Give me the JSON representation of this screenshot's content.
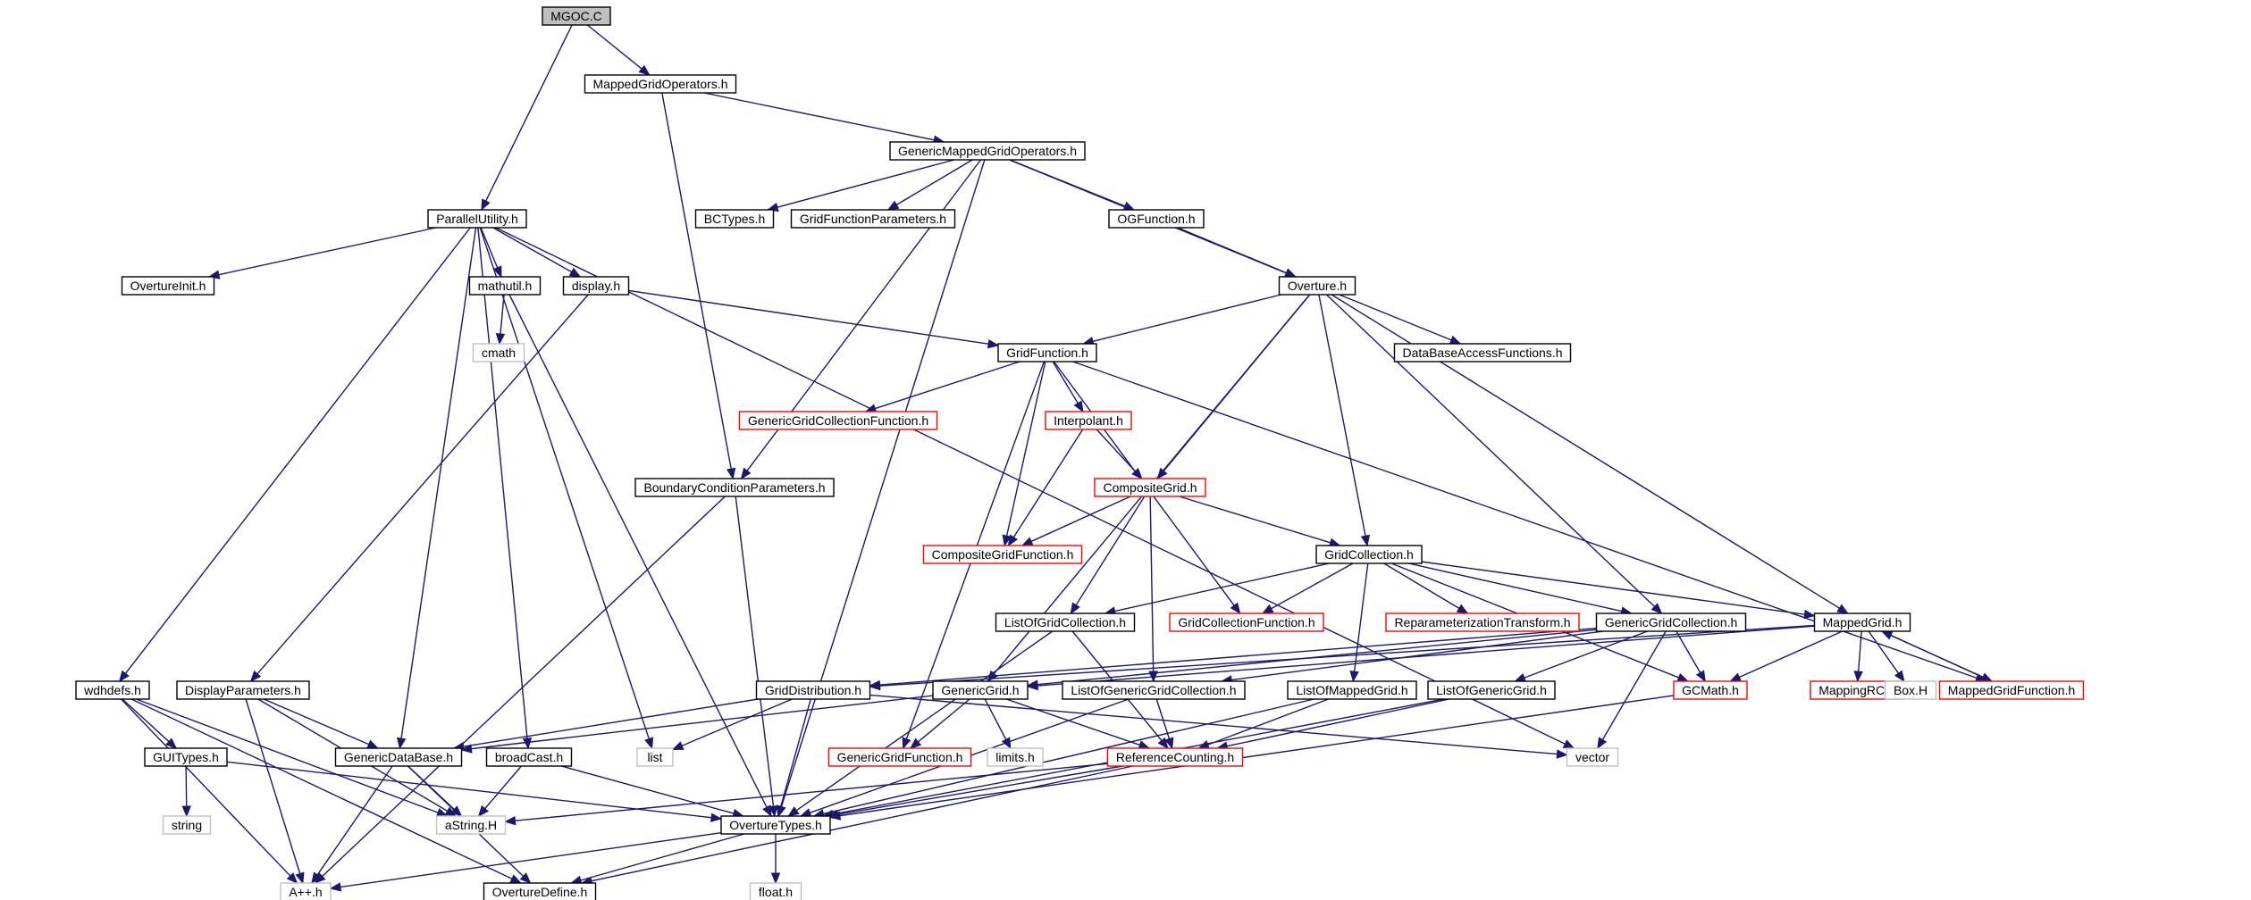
{
  "diagram": {
    "title": "",
    "colors": {
      "edge": "#191970",
      "text": "#000000",
      "normal_border": "#000000",
      "documented_border": "#000000",
      "reference_border": "#ff0000",
      "external_border": "#bfbfbf",
      "root_fill": "#bfbfbf",
      "fill": "#ffffff"
    },
    "nodes": [
      {
        "id": "mgoc",
        "label": "MGOC.C",
        "kind": "root"
      },
      {
        "id": "mgops",
        "label": "MappedGridOperators.h",
        "kind": "normal"
      },
      {
        "id": "gmgops",
        "label": "GenericMappedGridOperators.h",
        "kind": "normal"
      },
      {
        "id": "parutil",
        "label": "ParallelUtility.h",
        "kind": "normal"
      },
      {
        "id": "bctypes",
        "label": "BCTypes.h",
        "kind": "normal"
      },
      {
        "id": "gfparams",
        "label": "GridFunctionParameters.h",
        "kind": "normal"
      },
      {
        "id": "ogfunc",
        "label": "OGFunction.h",
        "kind": "normal"
      },
      {
        "id": "ovinit",
        "label": "OvertureInit.h",
        "kind": "normal"
      },
      {
        "id": "mathutil",
        "label": "mathutil.h",
        "kind": "normal"
      },
      {
        "id": "display",
        "label": "display.h",
        "kind": "normal"
      },
      {
        "id": "overture",
        "label": "Overture.h",
        "kind": "normal"
      },
      {
        "id": "cmath",
        "label": "cmath",
        "kind": "external"
      },
      {
        "id": "gridfunc",
        "label": "GridFunction.h",
        "kind": "normal"
      },
      {
        "id": "dbaccess",
        "label": "DataBaseAccessFunctions.h",
        "kind": "normal"
      },
      {
        "id": "ggcfunc",
        "label": "GenericGridCollectionFunction.h",
        "kind": "reference"
      },
      {
        "id": "interp",
        "label": "Interpolant.h",
        "kind": "reference"
      },
      {
        "id": "compgrid",
        "label": "CompositeGrid.h",
        "kind": "reference"
      },
      {
        "id": "bcparams",
        "label": "BoundaryConditionParameters.h",
        "kind": "normal"
      },
      {
        "id": "cgfunc",
        "label": "CompositeGridFunction.h",
        "kind": "reference"
      },
      {
        "id": "gridcoll",
        "label": "GridCollection.h",
        "kind": "normal"
      },
      {
        "id": "logc",
        "label": "ListOfGridCollection.h",
        "kind": "normal"
      },
      {
        "id": "gcfunc",
        "label": "GridCollectionFunction.h",
        "kind": "reference"
      },
      {
        "id": "reparam",
        "label": "ReparameterizationTransform.h",
        "kind": "reference"
      },
      {
        "id": "ggc",
        "label": "GenericGridCollection.h",
        "kind": "normal"
      },
      {
        "id": "mgrid",
        "label": "MappedGrid.h",
        "kind": "normal"
      },
      {
        "id": "wdhdefs",
        "label": "wdhdefs.h",
        "kind": "normal"
      },
      {
        "id": "dispparams",
        "label": "DisplayParameters.h",
        "kind": "normal"
      },
      {
        "id": "griddist",
        "label": "GridDistribution.h",
        "kind": "normal"
      },
      {
        "id": "gengrid",
        "label": "GenericGrid.h",
        "kind": "normal"
      },
      {
        "id": "loggc",
        "label": "ListOfGenericGridCollection.h",
        "kind": "normal"
      },
      {
        "id": "lomg",
        "label": "ListOfMappedGrid.h",
        "kind": "normal"
      },
      {
        "id": "logg",
        "label": "ListOfGenericGrid.h",
        "kind": "normal"
      },
      {
        "id": "gcmath",
        "label": "GCMath.h",
        "kind": "reference"
      },
      {
        "id": "mappingrc",
        "label": "MappingRC.h",
        "kind": "reference"
      },
      {
        "id": "boxh",
        "label": "Box.H",
        "kind": "external"
      },
      {
        "id": "mgfunc",
        "label": "MappedGridFunction.h",
        "kind": "reference"
      },
      {
        "id": "guitypes",
        "label": "GUITypes.h",
        "kind": "normal"
      },
      {
        "id": "gdb",
        "label": "GenericDataBase.h",
        "kind": "normal"
      },
      {
        "id": "broadcast",
        "label": "broadCast.h",
        "kind": "normal"
      },
      {
        "id": "list",
        "label": "list",
        "kind": "external"
      },
      {
        "id": "ggfunc",
        "label": "GenericGridFunction.h",
        "kind": "reference"
      },
      {
        "id": "limits",
        "label": "limits.h",
        "kind": "external"
      },
      {
        "id": "refcount",
        "label": "ReferenceCounting.h",
        "kind": "reference"
      },
      {
        "id": "vector",
        "label": "vector",
        "kind": "external"
      },
      {
        "id": "string",
        "label": "string",
        "kind": "external"
      },
      {
        "id": "astring",
        "label": "aString.H",
        "kind": "external"
      },
      {
        "id": "ovtypes",
        "label": "OvertureTypes.h",
        "kind": "normal"
      },
      {
        "id": "app",
        "label": "A++.h",
        "kind": "external"
      },
      {
        "id": "ovdefine",
        "label": "OvertureDefine.h",
        "kind": "normal"
      },
      {
        "id": "floath",
        "label": "float.h",
        "kind": "external"
      }
    ],
    "edges": [
      [
        "mgoc",
        "mgops"
      ],
      [
        "mgoc",
        "parutil"
      ],
      [
        "mgops",
        "gmgops"
      ],
      [
        "mgops",
        "bcparams"
      ],
      [
        "gmgops",
        "bctypes"
      ],
      [
        "gmgops",
        "gfparams"
      ],
      [
        "gmgops",
        "ogfunc"
      ],
      [
        "gmgops",
        "overture"
      ],
      [
        "gmgops",
        "bcparams"
      ],
      [
        "gmgops",
        "ovtypes"
      ],
      [
        "parutil",
        "ovinit"
      ],
      [
        "parutil",
        "mathutil"
      ],
      [
        "parutil",
        "display"
      ],
      [
        "parutil",
        "wdhdefs"
      ],
      [
        "parutil",
        "gdb"
      ],
      [
        "parutil",
        "broadcast"
      ],
      [
        "parutil",
        "list"
      ],
      [
        "parutil",
        "vector"
      ],
      [
        "ogfunc",
        "overture"
      ],
      [
        "mathutil",
        "cmath"
      ],
      [
        "mathutil",
        "ovtypes"
      ],
      [
        "display",
        "gridfunc"
      ],
      [
        "display",
        "dispparams"
      ],
      [
        "overture",
        "gridfunc"
      ],
      [
        "overture",
        "dbaccess"
      ],
      [
        "overture",
        "compgrid"
      ],
      [
        "overture",
        "gridcoll"
      ],
      [
        "overture",
        "ggc"
      ],
      [
        "overture",
        "mgrid"
      ],
      [
        "overture",
        "gengrid"
      ],
      [
        "gridfunc",
        "ggcfunc"
      ],
      [
        "gridfunc",
        "interp"
      ],
      [
        "gridfunc",
        "cgfunc"
      ],
      [
        "gridfunc",
        "gcfunc"
      ],
      [
        "gridfunc",
        "mgfunc"
      ],
      [
        "gridfunc",
        "ggfunc"
      ],
      [
        "interp",
        "compgrid"
      ],
      [
        "interp",
        "cgfunc"
      ],
      [
        "compgrid",
        "cgfunc"
      ],
      [
        "compgrid",
        "gridcoll"
      ],
      [
        "compgrid",
        "logc"
      ],
      [
        "compgrid",
        "loggc"
      ],
      [
        "bcparams",
        "ovtypes"
      ],
      [
        "bcparams",
        "app"
      ],
      [
        "gridcoll",
        "logc"
      ],
      [
        "gridcoll",
        "gcfunc"
      ],
      [
        "gridcoll",
        "reparam"
      ],
      [
        "gridcoll",
        "ggc"
      ],
      [
        "gridcoll",
        "mgrid"
      ],
      [
        "gridcoll",
        "lomg"
      ],
      [
        "gridcoll",
        "gcmath"
      ],
      [
        "logc",
        "ovtypes"
      ],
      [
        "logc",
        "refcount"
      ],
      [
        "ggc",
        "gengrid"
      ],
      [
        "ggc",
        "loggc"
      ],
      [
        "ggc",
        "logg"
      ],
      [
        "ggc",
        "gcmath"
      ],
      [
        "ggc",
        "vector"
      ],
      [
        "ggc",
        "griddist"
      ],
      [
        "mgrid",
        "gengrid"
      ],
      [
        "mgrid",
        "gcmath"
      ],
      [
        "mgrid",
        "mappingrc"
      ],
      [
        "mgrid",
        "boxh"
      ],
      [
        "mgrid",
        "mgfunc"
      ],
      [
        "mgrid",
        "griddist"
      ],
      [
        "mgfunc",
        "mgrid"
      ],
      [
        "wdhdefs",
        "guitypes"
      ],
      [
        "wdhdefs",
        "app"
      ],
      [
        "wdhdefs",
        "astring"
      ],
      [
        "wdhdefs",
        "ovdefine"
      ],
      [
        "dispparams",
        "gdb"
      ],
      [
        "dispparams",
        "astring"
      ],
      [
        "dispparams",
        "app"
      ],
      [
        "griddist",
        "gdb"
      ],
      [
        "griddist",
        "list"
      ],
      [
        "griddist",
        "ovtypes"
      ],
      [
        "griddist",
        "vector"
      ],
      [
        "gengrid",
        "gdb"
      ],
      [
        "gengrid",
        "ggfunc"
      ],
      [
        "gengrid",
        "limits"
      ],
      [
        "gengrid",
        "refcount"
      ],
      [
        "loggc",
        "refcount"
      ],
      [
        "loggc",
        "ovtypes"
      ],
      [
        "lomg",
        "refcount"
      ],
      [
        "lomg",
        "ovtypes"
      ],
      [
        "logg",
        "refcount"
      ],
      [
        "logg",
        "ovtypes"
      ],
      [
        "gcmath",
        "ovtypes"
      ],
      [
        "guitypes",
        "string"
      ],
      [
        "guitypes",
        "ovtypes"
      ],
      [
        "gdb",
        "astring"
      ],
      [
        "gdb",
        "app"
      ],
      [
        "gdb",
        "ovdefine"
      ],
      [
        "broadcast",
        "astring"
      ],
      [
        "broadcast",
        "ovtypes"
      ],
      [
        "refcount",
        "astring"
      ],
      [
        "refcount",
        "ovtypes"
      ],
      [
        "refcount",
        "ovdefine"
      ],
      [
        "ovtypes",
        "app"
      ],
      [
        "ovtypes",
        "ovdefine"
      ],
      [
        "ovtypes",
        "floath"
      ]
    ]
  }
}
